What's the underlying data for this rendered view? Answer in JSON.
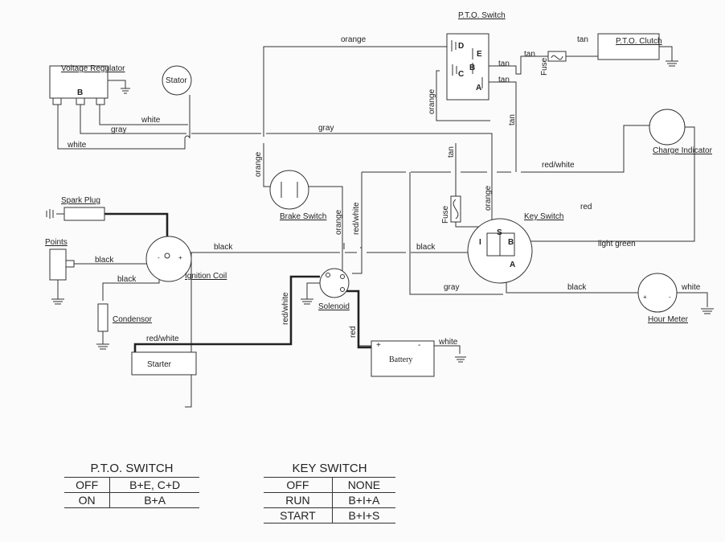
{
  "components": {
    "voltage_regulator": "Voltage Regulator",
    "voltage_regulator_pin": "B",
    "stator": "Stator",
    "pto_switch": "P.T.O. Switch",
    "pto_switch_pins": {
      "d": "D",
      "e": "E",
      "c": "C",
      "b": "B",
      "a": "A"
    },
    "pto_clutch": "P.T.O. Clutch",
    "fuse": "Fuse",
    "charge_indicator": "Charge Indicator",
    "brake_switch": "Brake Switch",
    "spark_plug": "Spark Plug",
    "points": "Points",
    "ignition_coil": "Ignition Coil",
    "condensor": "Condensor",
    "key_switch": "Key Switch",
    "key_switch_pins": {
      "i": "I",
      "s": "S",
      "b": "B",
      "a": "A"
    },
    "solenoid": "Solenoid",
    "starter": "Starter",
    "battery": "Battery",
    "hour_meter": "Hour Meter"
  },
  "wires": {
    "orange": "orange",
    "gray": "gray",
    "white": "white",
    "tan": "tan",
    "red_white": "red/white",
    "red": "red",
    "black": "black",
    "light_green": "light green"
  },
  "polarity": {
    "plus": "+",
    "minus": "-"
  },
  "pto_table": {
    "title": "P.T.O. SWITCH",
    "rows": [
      [
        "OFF",
        "B+E, C+D"
      ],
      [
        "ON",
        "B+A"
      ]
    ]
  },
  "key_table": {
    "title": "KEY SWITCH",
    "rows": [
      [
        "OFF",
        "NONE"
      ],
      [
        "RUN",
        "B+I+A"
      ],
      [
        "START",
        "B+I+S"
      ]
    ]
  }
}
